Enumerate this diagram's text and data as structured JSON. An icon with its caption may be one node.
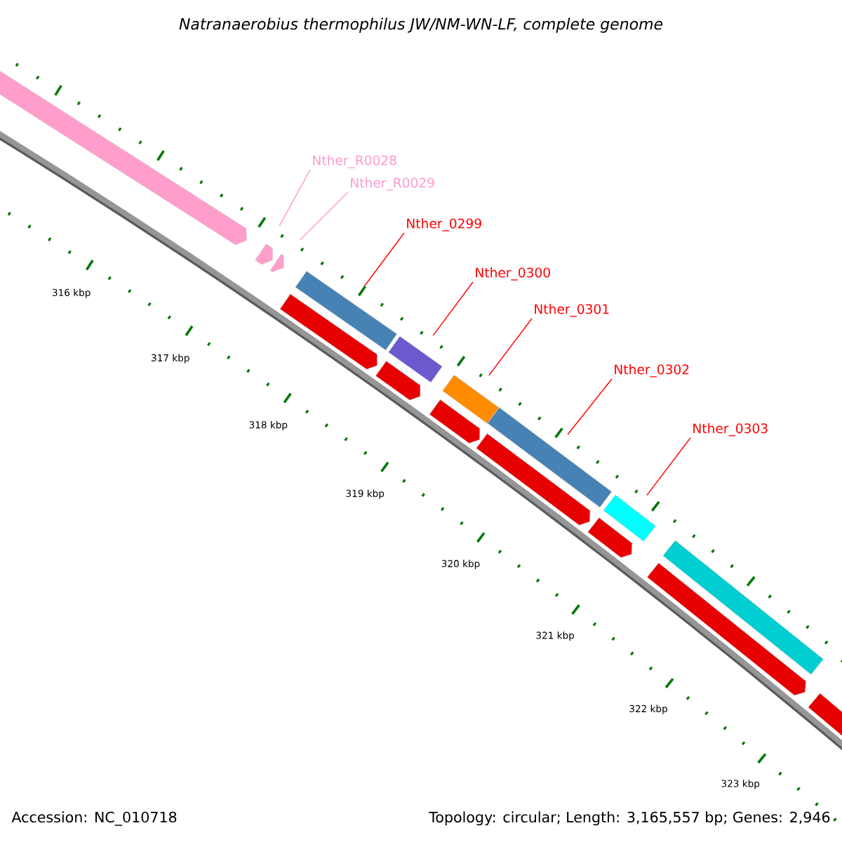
{
  "diagram": {
    "title": "Natranaerobius thermophilus JW/NM-WN-LF, complete genome",
    "nodes": [
      {
        "text": [
          "Nther_R0028"
        ]
      },
      {
        "text": [
          "Nther_R0029"
        ]
      },
      {
        "text": [
          "Nther_0299"
        ]
      },
      {
        "text": [
          "Nther_0300"
        ]
      },
      {
        "text": [
          "Nther_0301"
        ]
      },
      {
        "text": [
          "Nther_0302"
        ]
      },
      {
        "text": [
          "Nther_0303"
        ]
      },
      {
        "text": [],
        "shape": "arrow"
      },
      {
        "text": [],
        "shape": "arrow"
      },
      {
        "text": [],
        "shape": "arrow"
      },
      {
        "text": [],
        "shape": "bar"
      },
      {
        "text": [],
        "shape": "bar"
      },
      {
        "text": [],
        "shape": "bar"
      },
      {
        "text": [],
        "shape": "bar"
      },
      {
        "text": [],
        "shape": "bar"
      },
      {
        "text": [],
        "shape": "bar"
      },
      {
        "text": [],
        "shape": "arrow"
      },
      {
        "text": [],
        "shape": "arrow"
      },
      {
        "text": [],
        "shape": "arrow"
      },
      {
        "text": [],
        "shape": "arrow"
      },
      {
        "text": [],
        "shape": "arrow"
      },
      {
        "text": [],
        "shape": "arrow"
      },
      {
        "text": [],
        "shape": "arrow"
      }
    ],
    "edges": [
      {
        "from": 0,
        "to": 8,
        "arrow": "none",
        "color": "#ff99cc"
      },
      {
        "from": 1,
        "to": 9,
        "arrow": "none",
        "color": "#ff99cc"
      },
      {
        "from": 2,
        "to": 10,
        "arrow": "none"
      },
      {
        "from": 3,
        "to": 11,
        "arrow": "none"
      },
      {
        "from": 4,
        "to": 12,
        "arrow": "none"
      },
      {
        "from": 5,
        "to": 13,
        "arrow": "none"
      },
      {
        "from": 6,
        "to": 14,
        "arrow": "none"
      }
    ],
    "labels": [
      "316 kbp",
      "317 kbp",
      "318 kbp",
      "319 kbp",
      "320 kbp",
      "321 kbp",
      "322 kbp",
      "323 kbp",
      "Accession: NC_010718",
      "Topology: circular; Length: 3,165,557 bp; Genes: 2,946"
    ]
  }
}
